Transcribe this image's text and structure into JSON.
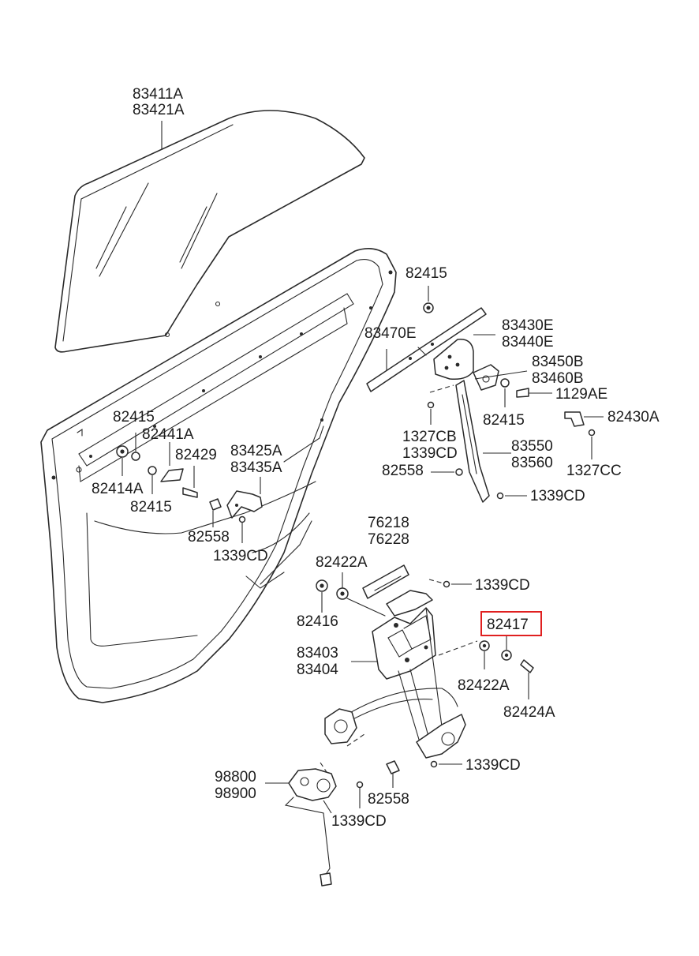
{
  "highlight_color": "#e02020",
  "highlighted_part": "82417",
  "labels": {
    "glass_a": "83411A",
    "glass_b": "83421A",
    "top_82415": "82415",
    "channel_83470E": "83470E",
    "bracket_a": "83430E",
    "bracket_b": "83440E",
    "guide_a": "83450B",
    "guide_b": "83460B",
    "bolt_1129AE": "1129AE",
    "washer_82415_right": "82415",
    "clip_82430A": "82430A",
    "nut_1327CB": "1327CB",
    "nut_1339CD_mid": "1339CD",
    "rail_a": "83550",
    "rail_b": "83560",
    "bolt_82558_rail": "82558",
    "nut_1327CC": "1327CC",
    "nut_1339CD_rail": "1339CD",
    "washer_82415_left": "82415",
    "stopper_82441A": "82441A",
    "bolt_82429": "82429",
    "grommet_82414A": "82414A",
    "washer_82415_left_low": "82415",
    "bracket_83425A": "83425A",
    "bracket_83435A": "83435A",
    "bolt_82558_left": "82558",
    "nut_1339CD_left": "1339CD",
    "cover_a": "76218",
    "cover_b": "76228",
    "washer_82422A_top": "82422A",
    "nut_1339CD_reg_top": "1339CD",
    "washer_82416": "82416",
    "part_82417": "82417",
    "regulator_a": "83403",
    "regulator_b": "83404",
    "washer_82422A_right": "82422A",
    "bolt_82424A": "82424A",
    "motor_a": "98800",
    "motor_b": "98900",
    "nut_1339CD_reg_low": "1339CD",
    "bolt_82558_low": "82558",
    "nut_1339CD_motor": "1339CD"
  }
}
